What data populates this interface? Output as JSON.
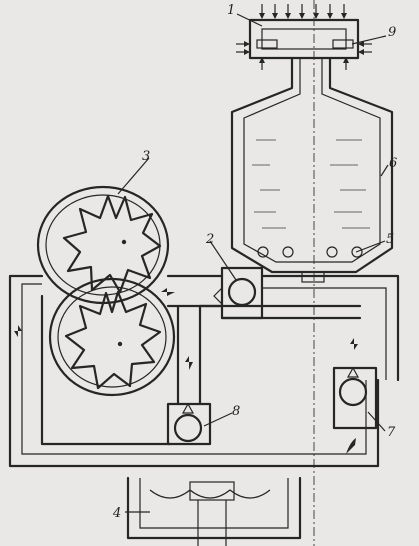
{
  "diagram": {
    "callouts": [
      {
        "id": "c1",
        "text": "1"
      },
      {
        "id": "c2",
        "text": "2"
      },
      {
        "id": "c3",
        "text": "3"
      },
      {
        "id": "c4",
        "text": "4"
      },
      {
        "id": "c5",
        "text": "5"
      },
      {
        "id": "c6",
        "text": "6"
      },
      {
        "id": "c7",
        "text": "7"
      },
      {
        "id": "c8",
        "text": "8"
      },
      {
        "id": "c9",
        "text": "9"
      }
    ],
    "colors": {
      "background": "#e9e8e6",
      "line": "#262626",
      "hatch": "#5a5a5a"
    }
  }
}
